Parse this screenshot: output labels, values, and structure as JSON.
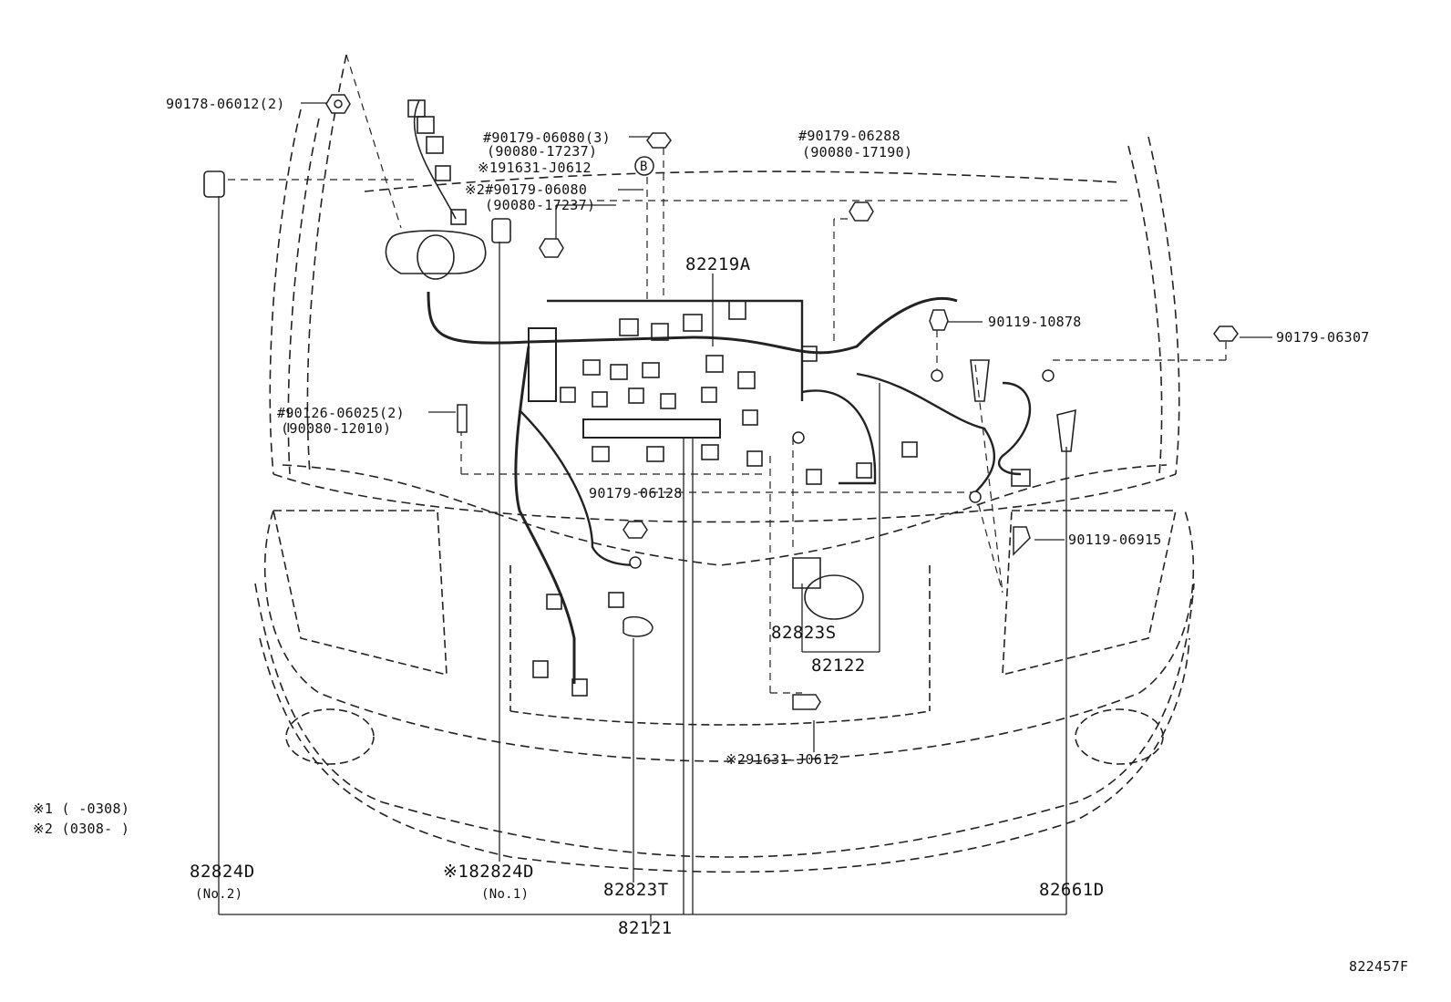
{
  "parts": {
    "p01": "90178-06012(2)",
    "p02a": "#90179-06080(3)",
    "p02b": "(90080-17237)",
    "p03": "※191631-J0612",
    "p03b": "B",
    "p04a": "※2#90179-06080",
    "p04b": "(90080-17237)",
    "p05a": "#90179-06288",
    "p05b": "(90080-17190)",
    "p06": "82219A",
    "p07": "90119-10878",
    "p08": "90179-06307",
    "p09a": "#90126-06025(2)",
    "p09b": "(90080-12010)",
    "p10": "90179-06128",
    "p11": "90119-06915",
    "p12": "82823S",
    "p13": "82122",
    "p14": "※291631-J0612"
  },
  "notes": {
    "n1": "※1 (     -0308)",
    "n2": "※2 (0308-      )"
  },
  "bottom": {
    "b1": "82824D",
    "b1sub": "(No.2)",
    "b2": "※182824D",
    "b2sub": "(No.1)",
    "b3": "82823T",
    "b4": "82661D",
    "b5": "82121"
  },
  "diagram_code": "822457F"
}
